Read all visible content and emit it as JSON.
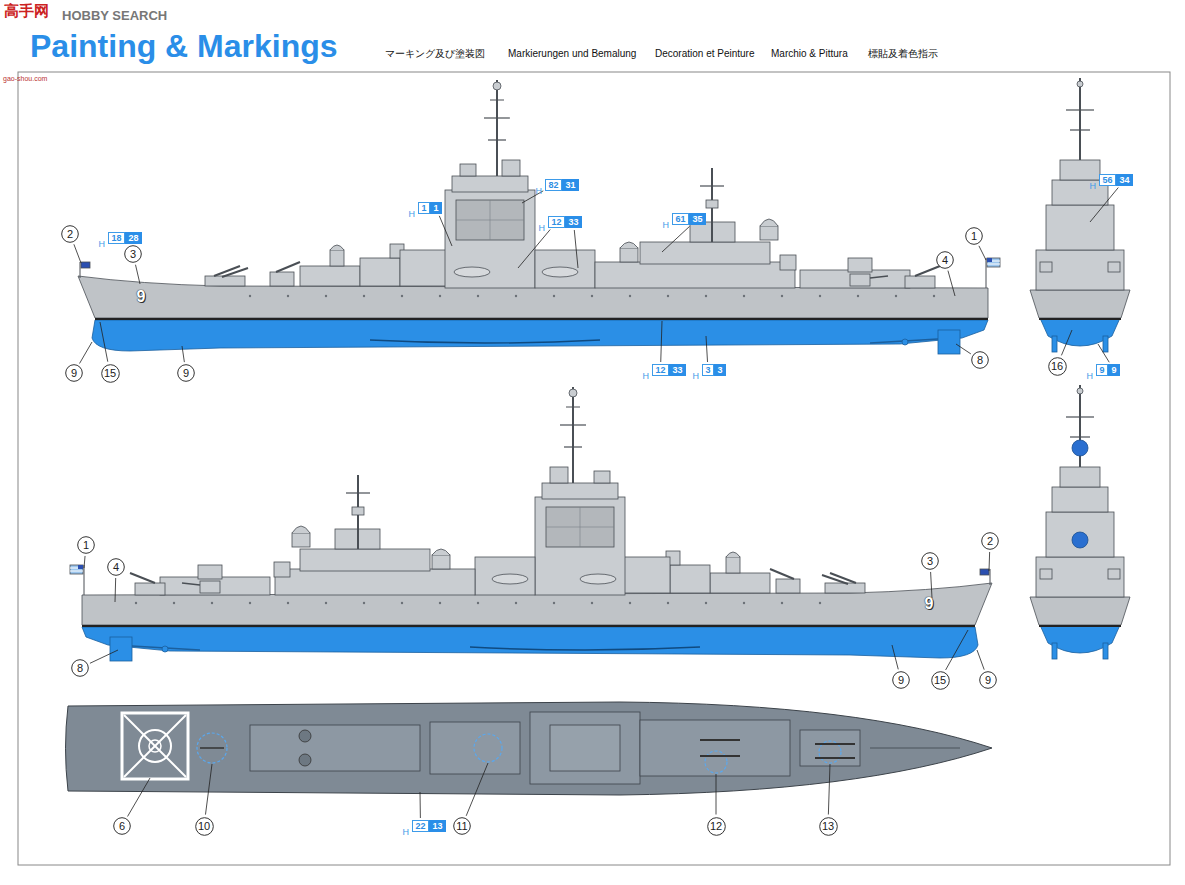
{
  "diagram": {
    "title": "Painting & Markings",
    "nodes": [
      {
        "text": [
          "1"
        ]
      },
      {
        "text": [
          "1"
        ]
      },
      {
        "text": [
          "82"
        ]
      },
      {
        "text": [
          "31"
        ]
      },
      {
        "text": [
          "12"
        ]
      },
      {
        "text": [
          "33"
        ]
      },
      {
        "text": [
          "61"
        ]
      },
      {
        "text": [
          "35"
        ]
      },
      {
        "text": [
          "2"
        ]
      },
      {
        "text": [
          "18"
        ]
      },
      {
        "text": [
          "28"
        ]
      },
      {
        "text": [
          "1"
        ]
      },
      {
        "text": [
          "3"
        ]
      },
      {
        "text": [
          "4"
        ]
      },
      {
        "text": [
          "9"
        ]
      },
      {
        "text": [
          "15"
        ]
      },
      {
        "text": [
          "9"
        ]
      },
      {
        "text": [
          "8"
        ]
      },
      {
        "text": [
          "12"
        ]
      },
      {
        "text": [
          "33"
        ]
      },
      {
        "text": [
          "3"
        ]
      },
      {
        "text": [
          "3"
        ]
      },
      {
        "text": [
          "56"
        ]
      },
      {
        "text": [
          "34"
        ]
      },
      {
        "text": [
          "16"
        ]
      },
      {
        "text": [
          "9"
        ]
      },
      {
        "text": [
          "9"
        ]
      },
      {
        "text": [
          "1"
        ]
      },
      {
        "text": [
          "2"
        ]
      },
      {
        "text": [
          "3"
        ]
      },
      {
        "text": [
          "4"
        ]
      },
      {
        "text": [
          "8"
        ]
      },
      {
        "text": [
          "9"
        ]
      },
      {
        "text": [
          "15"
        ]
      },
      {
        "text": [
          "9"
        ]
      },
      {
        "text": [
          "22"
        ]
      },
      {
        "text": [
          "13"
        ]
      },
      {
        "text": [
          "6"
        ]
      },
      {
        "text": [
          "10"
        ]
      },
      {
        "text": [
          "11"
        ]
      },
      {
        "text": [
          "12"
        ]
      },
      {
        "text": [
          "13"
        ]
      }
    ],
    "labels": [
      "高手网",
      "HOBBY SEARCH",
      "gao-shou.com",
      "マーキング及び塗装図",
      "Markierungen und Bemalung",
      "Decoration et Peinture",
      "Marchio & Pittura",
      "標貼及着色指示",
      "H",
      "H",
      "H",
      "H",
      "H",
      "H",
      "H",
      "H",
      "H",
      "H",
      "9",
      "9"
    ]
  }
}
